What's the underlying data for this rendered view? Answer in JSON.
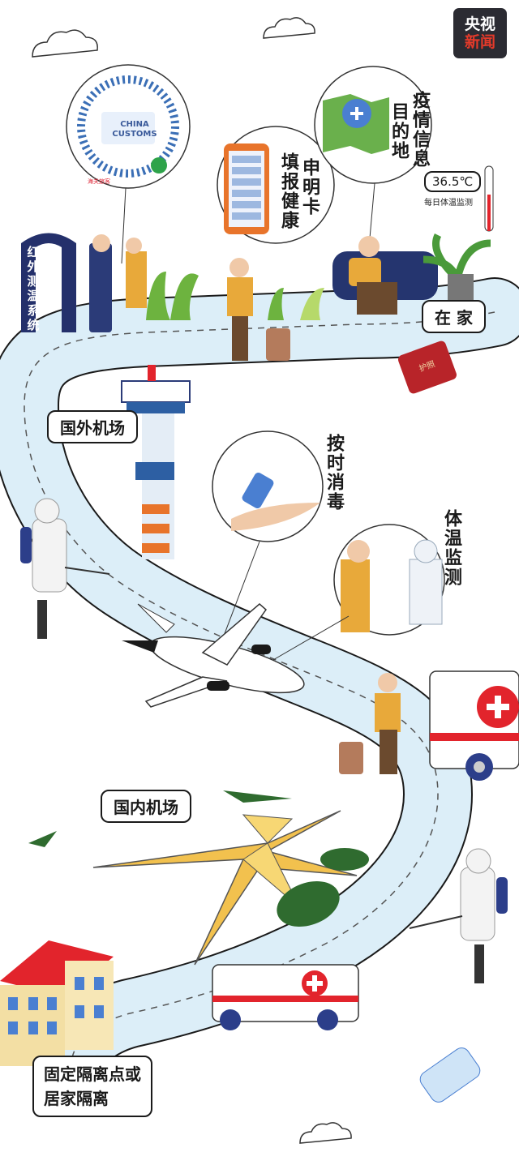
{
  "logo": {
    "line1": "央视",
    "line2": "新闻"
  },
  "labels": {
    "home": "在 家",
    "foreign_airport": "国外机场",
    "domestic_airport": "国内机场",
    "quarantine_line1": "固定隔离点或",
    "quarantine_line2": "居家隔离"
  },
  "vertical_texts": {
    "health_card": "申明卡",
    "fill_report": "填报健康",
    "epidemic_info": "疫情信息",
    "destination": "目的地",
    "disinfect": "按时消毒",
    "temperature_check": "体温监测",
    "infrared_gate": "红外测温系统"
  },
  "temperature": {
    "value": "36.5℃",
    "caption": "每日体温监测"
  },
  "qr": {
    "text": "CHINA CUSTOMS",
    "badge": "海关旅客"
  },
  "passport": {
    "text": "护照"
  },
  "colors": {
    "path": "#dceef8",
    "accent_red": "#e2242c",
    "accent_yellow": "#e8a93a",
    "plant_green": "#6db33f"
  }
}
